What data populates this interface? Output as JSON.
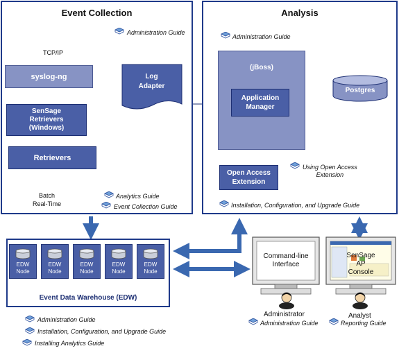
{
  "event_collection": {
    "title": "Event Collection",
    "admin_guide": "Administration Guide",
    "tcp_label": "TCP/IP",
    "syslog": "syslog-ng",
    "retrievers_win": [
      "SenSage",
      "Retrievers",
      "(Windows)"
    ],
    "retrievers": "Retrievers",
    "log_adapter": [
      "Log",
      "Adapter"
    ],
    "legend_batch": "Batch",
    "legend_realtime": "Real-Time",
    "analytics_guide": "Analytics Guide",
    "collection_guide": "Event Collection Guide"
  },
  "analysis": {
    "title": "Analysis",
    "admin_guide": "Administration Guide",
    "jboss": "(jBoss)",
    "app_manager": [
      "Application",
      "Manager"
    ],
    "postgres": "Postgres",
    "open_access": [
      "Open Access",
      "Extension"
    ],
    "using_open_access": [
      "Using Open Access",
      "Extension"
    ],
    "install_guide": "Installation, Configuration, and Upgrade Guide"
  },
  "edw": {
    "title": "Event Data Warehouse (EDW)",
    "node_label": [
      "EDW",
      "Node"
    ],
    "node_count": 5
  },
  "bottom_guides": [
    "Administration Guide",
    "Installation, Configuration, and Upgrade Guide",
    "Installing Analytics Guide"
  ],
  "cli": {
    "screen": [
      "Command-line",
      "Interface"
    ],
    "role": "Administrator",
    "guide": "Administration Guide"
  },
  "console": {
    "screen": [
      "SenSage",
      "AP",
      "Console"
    ],
    "role": "Analyst",
    "guide": "Reporting Guide"
  },
  "colors": {
    "panel_border": "#1f3a8a",
    "box_fill": "#4a5fa6",
    "box_fill_light": "#8793c4",
    "arrow": "#3a68b0"
  }
}
